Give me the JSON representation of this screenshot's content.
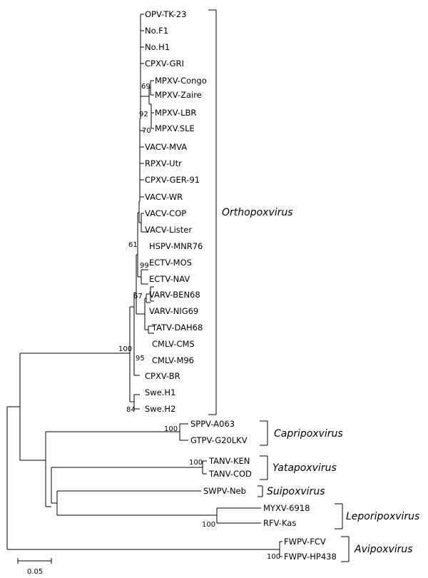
{
  "taxa": [
    "OPV-TK-23",
    "No.F1",
    "No.H1",
    "CPXV-GRI",
    "MPXV-Congo",
    "MPXV-Zaire",
    "MPXV-LBR",
    "MPXV.SLE",
    "VACV-MVA",
    "RPXV-Utr",
    "CPXV-GER-91",
    "VACV-WR",
    "VACV-COP",
    "VACV-Lister",
    "HSPV-MNR76",
    "ECTV-MOS",
    "ECTV-NAV",
    "VARV-BEN68",
    "VARV-NIG69",
    "TATV-DAH68",
    "CMLV-CMS",
    "CMLV-M96",
    "CPXV-BR",
    "Swe.H1",
    "Swe.H2",
    "SPPV-A063",
    "GTPV-G20LKV",
    "TANV-KEN",
    "TANV-COD",
    "SWPV-Neb",
    "MYXV-6918",
    "RFV-Kas",
    "FWPV-FCV",
    "FWPV-HP438"
  ],
  "bootstrap": [
    "69",
    "92",
    "70",
    "61",
    "99",
    "67",
    "95",
    "100",
    "84",
    "100",
    "100",
    "100",
    "100"
  ],
  "genera": [
    "Orthopoxvirus",
    "Capripoxvirus",
    "Yatapoxvirus",
    "Suipoxvirus",
    "Leporipoxvirus",
    "Avipoxvirus"
  ],
  "scale_bar": {
    "label": "0.05"
  }
}
